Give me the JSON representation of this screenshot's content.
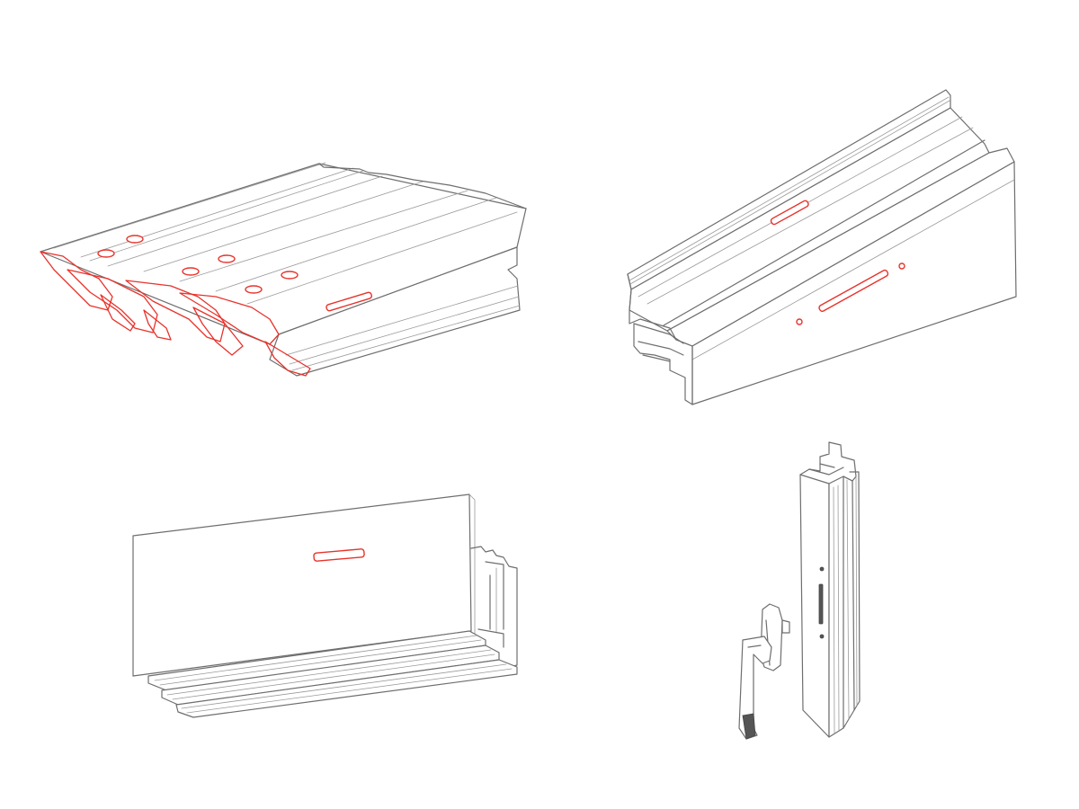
{
  "colors": {
    "line": "#6e6e6e",
    "accent": "#e8322b",
    "background": "#ffffff"
  },
  "figures": [
    {
      "id": "stacked-rail-profiles",
      "icon": "multi-rail-profile-icon"
    },
    {
      "id": "single-track-profile",
      "icon": "track-profile-icon"
    },
    {
      "id": "panel-with-base-rails",
      "icon": "panel-profile-icon"
    },
    {
      "id": "vertical-stile-with-handle",
      "icon": "stile-handle-icon"
    }
  ]
}
